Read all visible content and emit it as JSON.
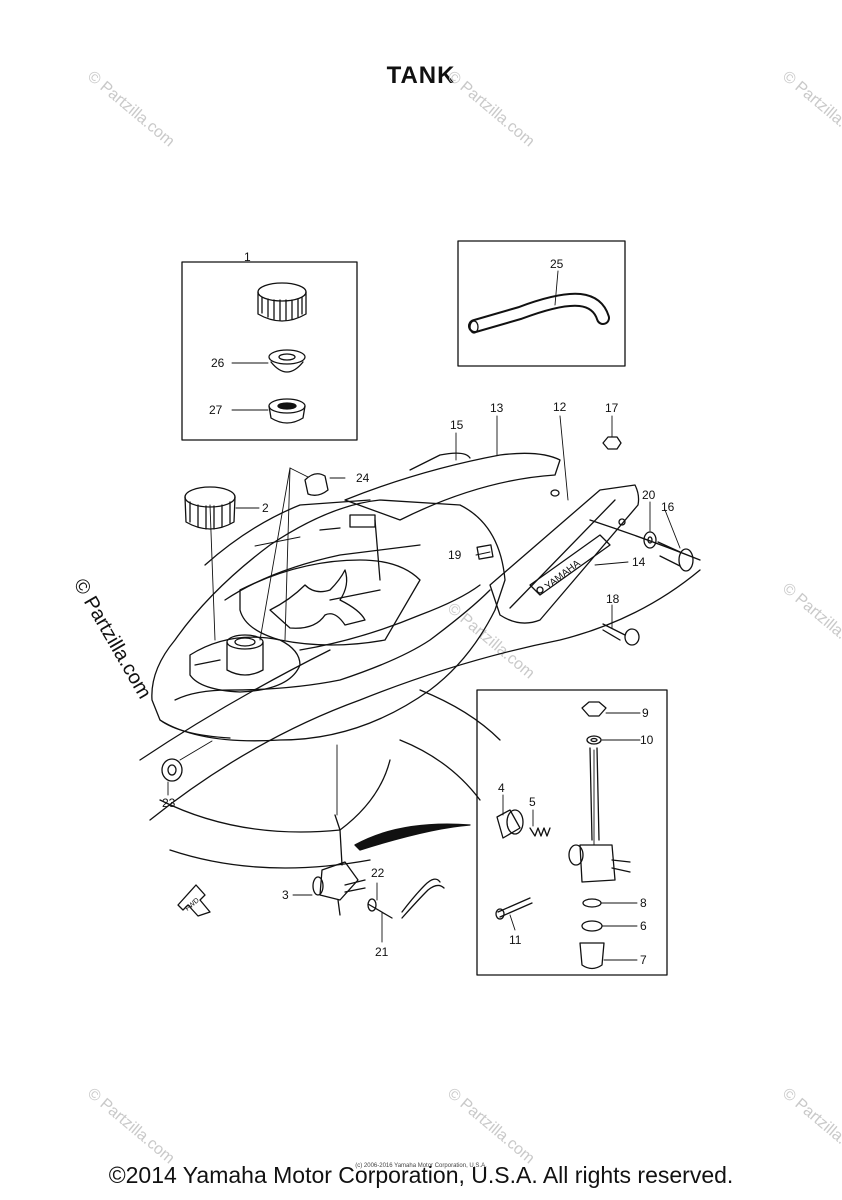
{
  "title": "TANK",
  "footer": {
    "copyright": "©2014 Yamaha Motor Corporation, U.S.A. All rights reserved.",
    "small_print": "(c) 2006-2016 Yamaha Motor Corporation, U.S.A."
  },
  "watermarks": {
    "text": "© Partzilla.com",
    "prominent": "© Partzilla.com"
  },
  "labels": {
    "emblem": "YAMAHA",
    "direction": "FWD"
  },
  "callouts": [
    "1",
    "2",
    "3",
    "4",
    "5",
    "6",
    "7",
    "8",
    "9",
    "10",
    "11",
    "12",
    "13",
    "14",
    "15",
    "16",
    "17",
    "18",
    "19",
    "20",
    "21",
    "22",
    "23",
    "24",
    "25",
    "26",
    "27"
  ]
}
